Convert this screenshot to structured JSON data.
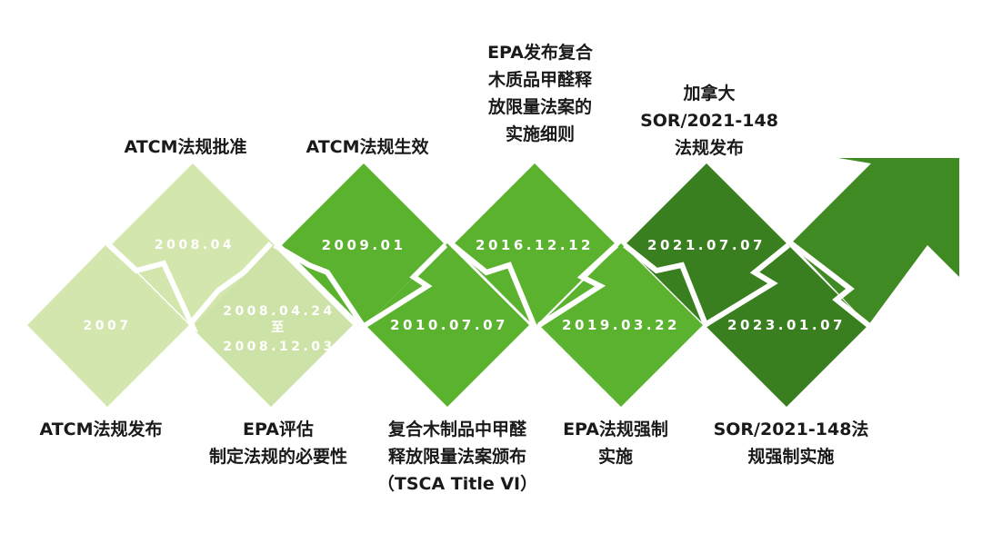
{
  "colors": {
    "stage1": "#d3e6ae",
    "stage1_dark": "#cde2a6",
    "stage2": "#5bb22e",
    "stage3": "#3a7f1f",
    "arrow": "#3f8a22"
  },
  "events": [
    {
      "date": "2007",
      "label": [
        "ATCM法规发布"
      ]
    },
    {
      "date": "2008.04",
      "label": [
        "ATCM法规批准"
      ]
    },
    {
      "date": [
        "2008.04.24",
        "至",
        "2008.12.03"
      ],
      "label": [
        "EPA评估",
        "制定法规的必要性"
      ]
    },
    {
      "date": "2009.01",
      "label": [
        "ATCM法规生效"
      ]
    },
    {
      "date": "2010.07.07",
      "label": [
        "复合木制品中甲醛",
        "释放限量法案颁布",
        "（TSCA Title VI）"
      ]
    },
    {
      "date": "2016.12.12",
      "label": [
        "EPA发布复合",
        "木质品甲醛释",
        "放限量法案的",
        "实施细则"
      ]
    },
    {
      "date": "2019.03.22",
      "label": [
        "EPA法规强制",
        "实施"
      ]
    },
    {
      "date": "2021.07.07",
      "label": [
        "加拿大",
        "SOR/2021-148",
        "法规发布"
      ]
    },
    {
      "date": "2023.01.07",
      "label": [
        "SOR/2021-148法",
        "规强制实施"
      ]
    }
  ]
}
